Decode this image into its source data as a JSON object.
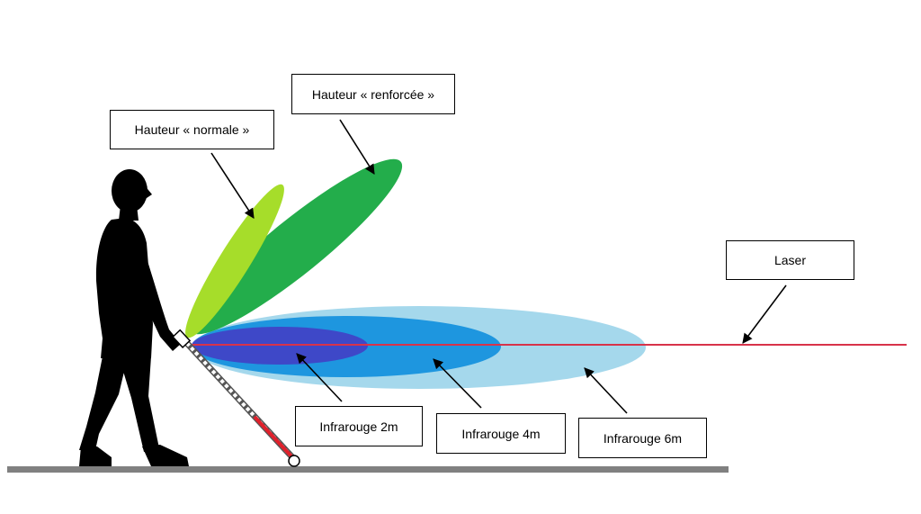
{
  "labels": {
    "hauteur_normale": "Hauteur « normale »",
    "hauteur_renforcee": "Hauteur « renforcée »",
    "laser": "Laser",
    "infrarouge_2m": "Infrarouge 2m",
    "infrarouge_4m": "Infrarouge 4m",
    "infrarouge_6m": "Infrarouge 6m"
  },
  "colors": {
    "beam_normale": "#a6dd2a",
    "beam_renforcee": "#23ad4b",
    "infrared_6m": "#a5d8ec",
    "infrared_4m": "#1e96df",
    "infrared_2m": "#3e48c8",
    "laser": "#d8334a",
    "silhouette": "#000000",
    "cane": "#ffffff",
    "cane_tip": "#e0202b",
    "ground": "#808080"
  }
}
